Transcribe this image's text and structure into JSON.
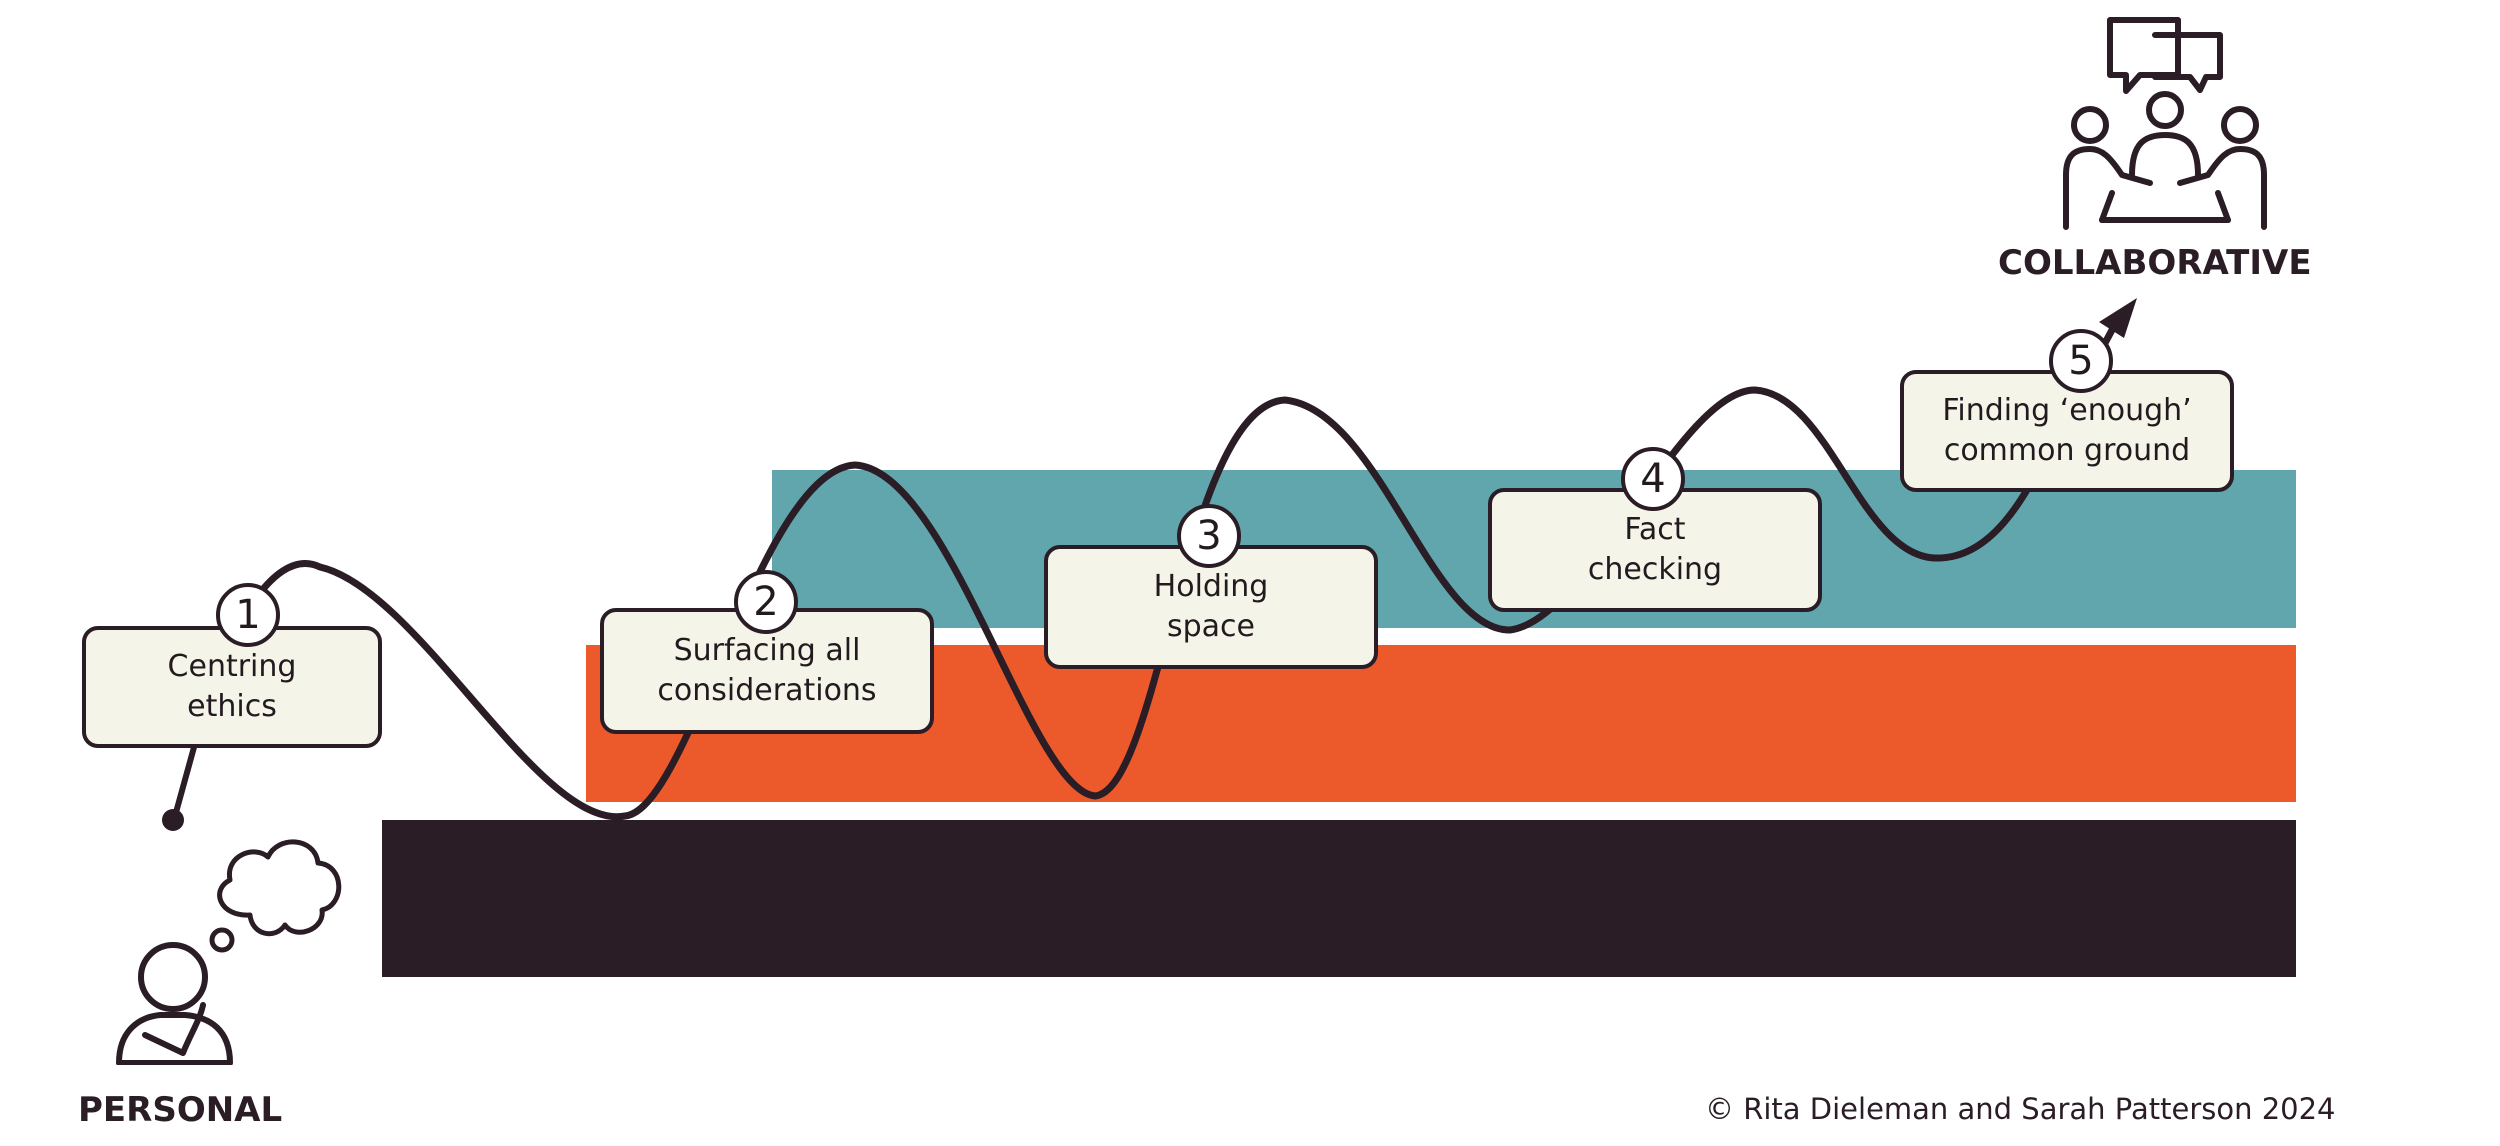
{
  "colors": {
    "teal": "#62a6ad",
    "orange": "#ec5a2c",
    "dark": "#2a1d26",
    "box_fill": "#f5f4e9"
  },
  "steps": [
    {
      "number": "1",
      "line1": "Centring",
      "line2": "ethics"
    },
    {
      "number": "2",
      "line1": "Surfacing all",
      "line2": "considerations"
    },
    {
      "number": "3",
      "line1": "Holding",
      "line2": "space"
    },
    {
      "number": "4",
      "line1": "Fact",
      "line2": "checking"
    },
    {
      "number": "5",
      "line1": "Finding ‘enough’",
      "line2": "common ground"
    }
  ],
  "labels": {
    "personal": "PERSONAL",
    "collaborative": "COLLABORATIVE"
  },
  "icons": {
    "personal": "thinking-person-icon",
    "thought": "thought-bubble-icon",
    "collaborative": "group-discussion-icon"
  },
  "credit": "© Rita Dieleman and Sarah Patterson 2024"
}
